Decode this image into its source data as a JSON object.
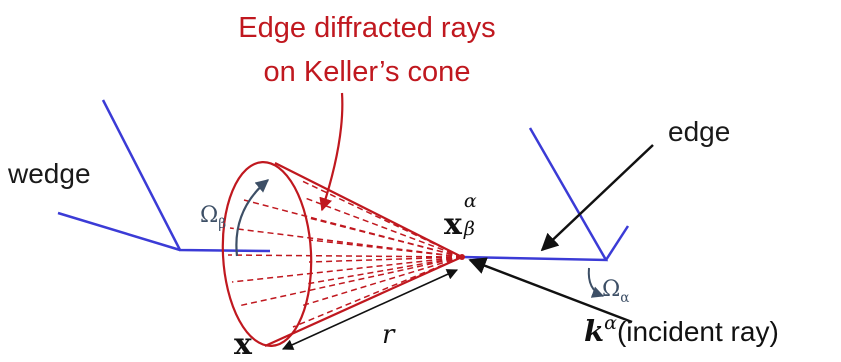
{
  "title": {
    "line1": "Edge diffracted rays",
    "line2": "on Keller’s cone"
  },
  "labels": {
    "wedge": "wedge",
    "edge": "edge",
    "omega_beta": "Ω",
    "omega_beta_sub": "β",
    "omega_alpha": "Ω",
    "omega_alpha_sub": "α",
    "x_point": "x",
    "x_beta_alpha": "x",
    "x_beta_alpha_sup": "α",
    "x_beta_alpha_sub": "β",
    "r": "r",
    "k": "k",
    "k_sup": "α",
    "incident_ray": "(incident ray)"
  },
  "colors": {
    "wedge": "#3b3bd6",
    "cone": "#c0181f",
    "arrow": "#111111",
    "rotation_arrow": "#3d4f66"
  }
}
